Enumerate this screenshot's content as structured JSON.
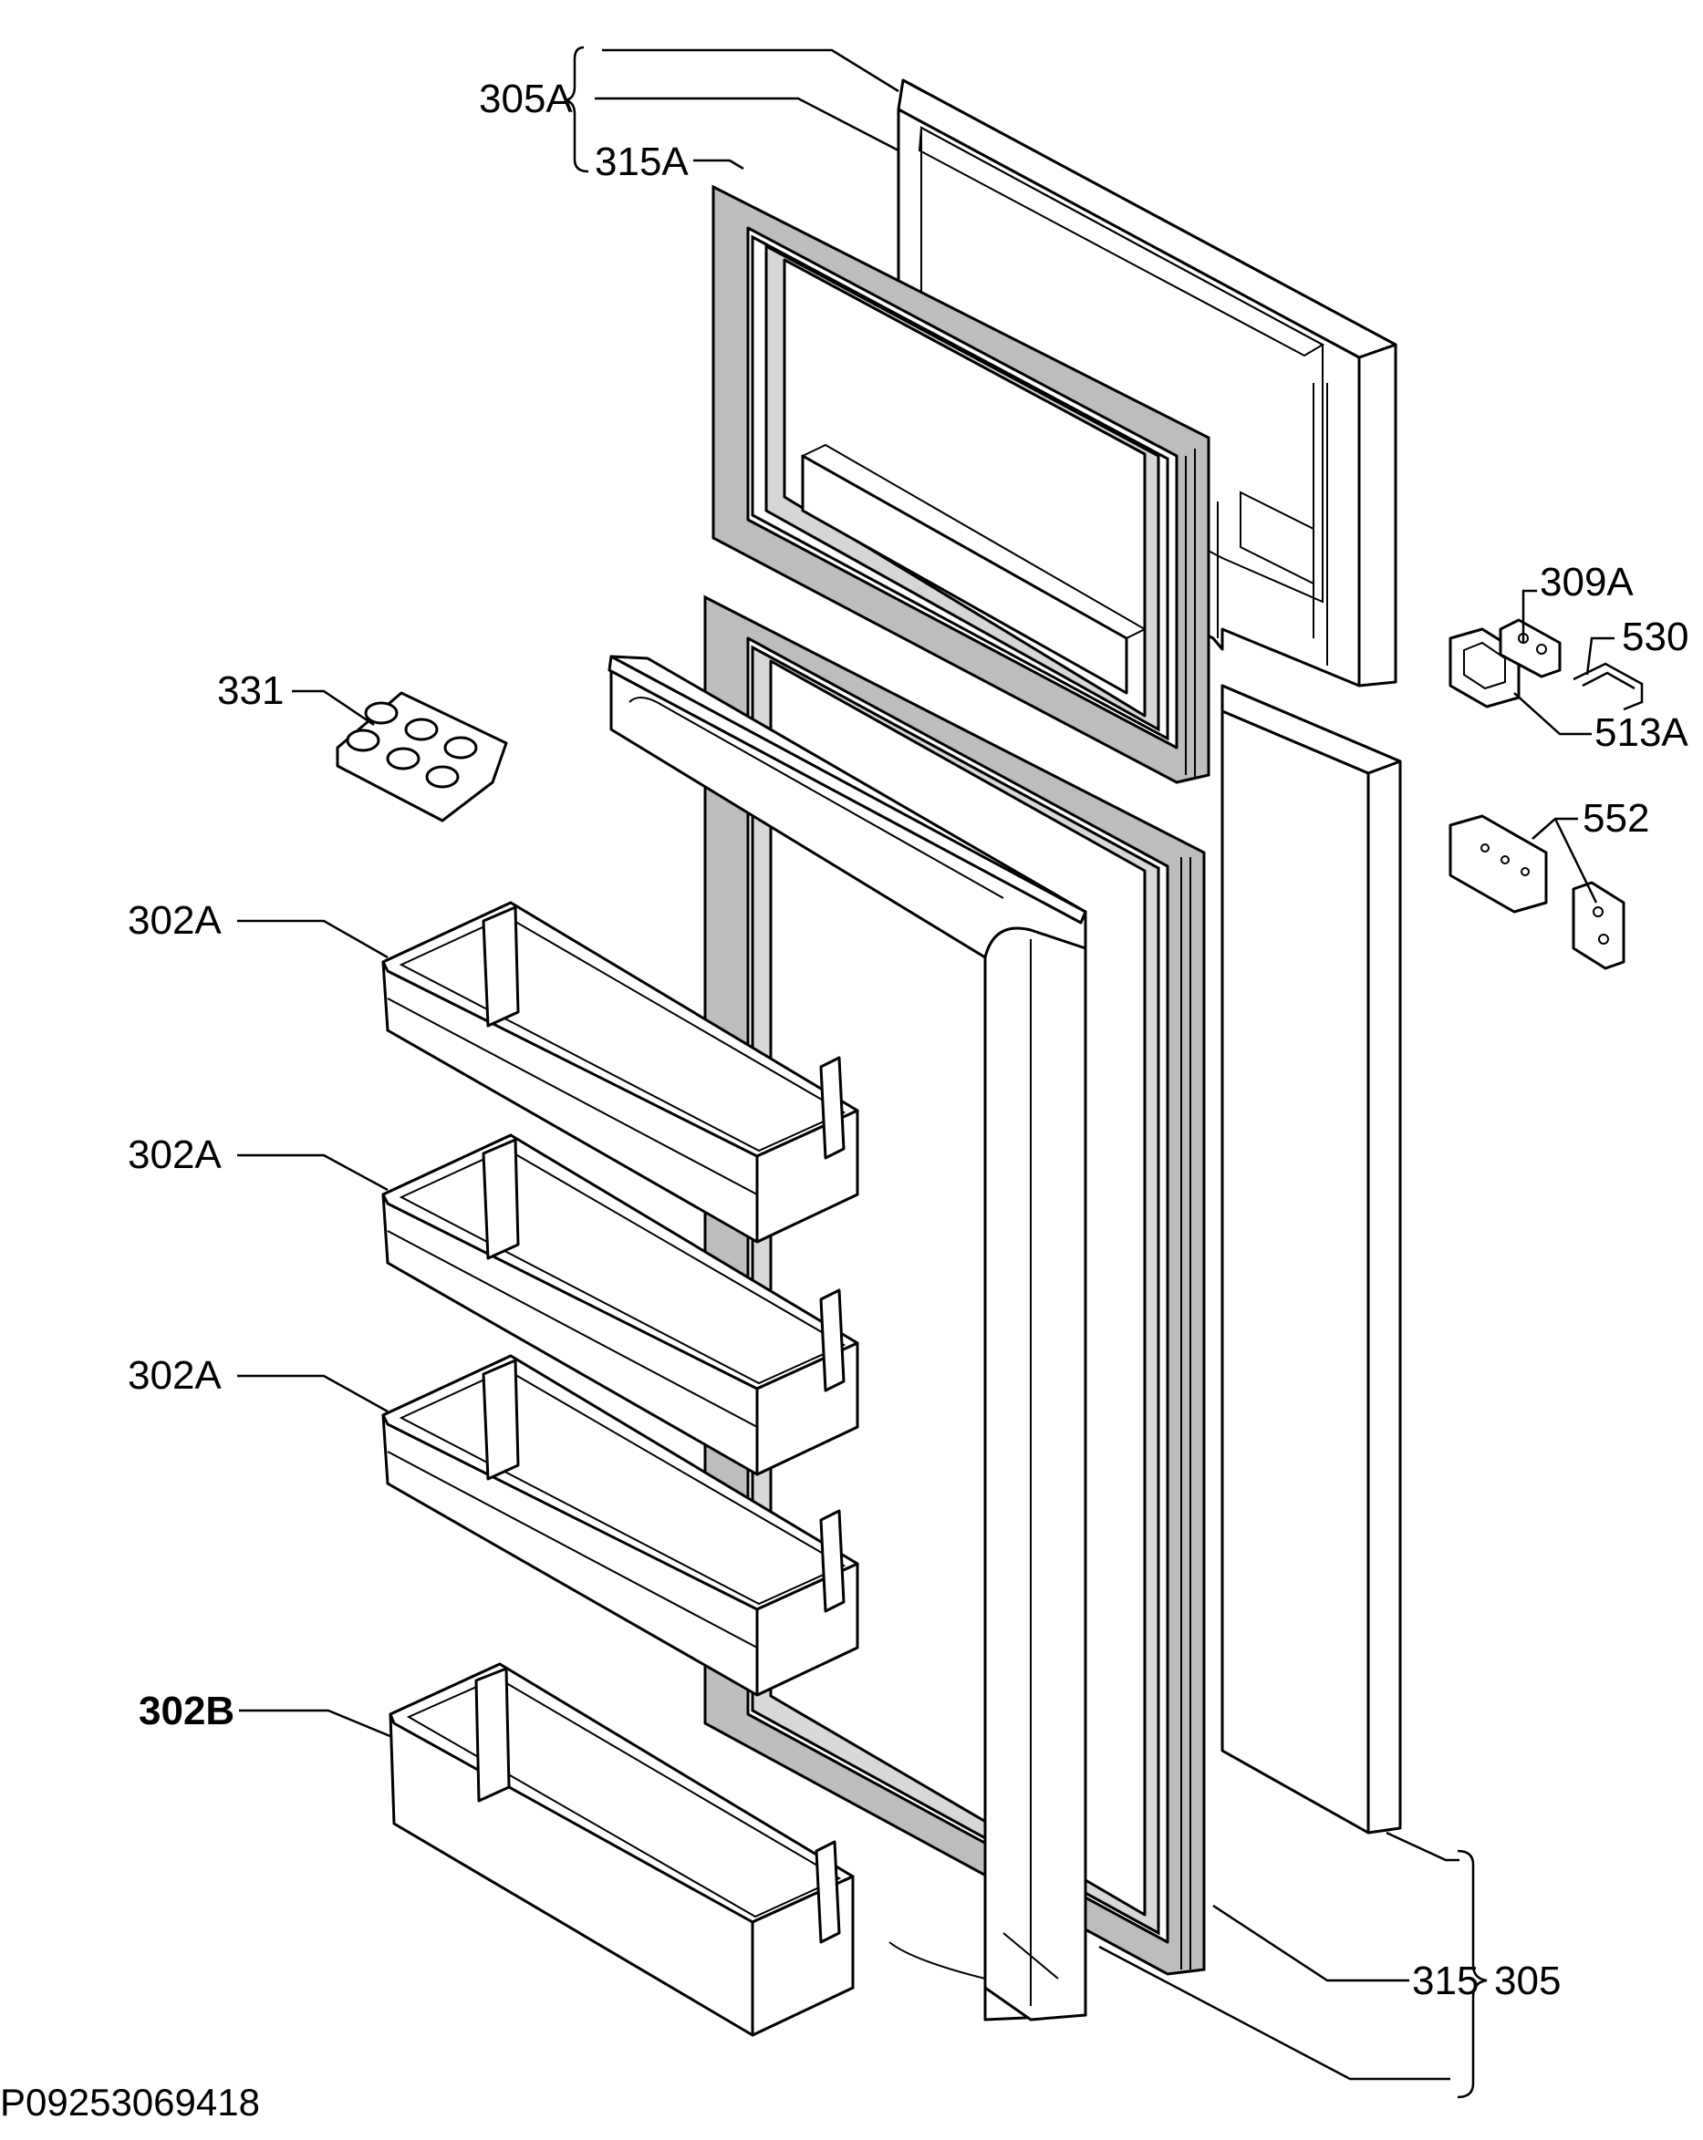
{
  "labels": {
    "freezer_door": "305A",
    "freezer_gasket": "315A",
    "hinge_part": "309A",
    "hinge_pin": "530",
    "hinge_cover": "513A",
    "hinge_bracket": "552",
    "egg_tray": "331",
    "shelf_1": "302A",
    "shelf_2": "302A",
    "shelf_3": "302A",
    "bottle_shelf": "302B",
    "fridge_gasket": "315",
    "fridge_door": "305"
  },
  "drawing_code": "P09253069418"
}
